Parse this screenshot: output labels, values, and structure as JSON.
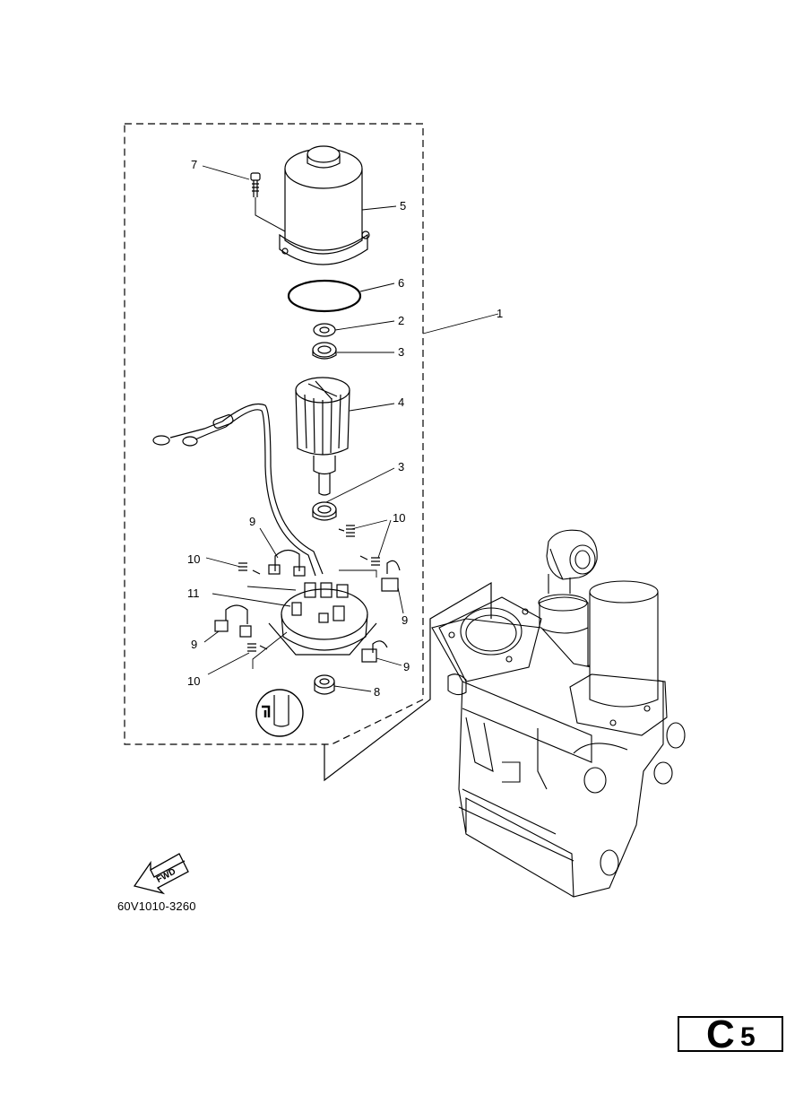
{
  "diagram": {
    "part_labels": [
      "1",
      "2",
      "3",
      "3",
      "4",
      "5",
      "6",
      "7",
      "8",
      "9",
      "9",
      "9",
      "9",
      "10",
      "10",
      "10",
      "11"
    ],
    "fwd_label": "FWD",
    "diagram_code": "60V1010-3260"
  },
  "page_tag": {
    "letter": "C",
    "number": "5"
  },
  "colors": {
    "ink": "#000000",
    "paper": "#ffffff"
  }
}
